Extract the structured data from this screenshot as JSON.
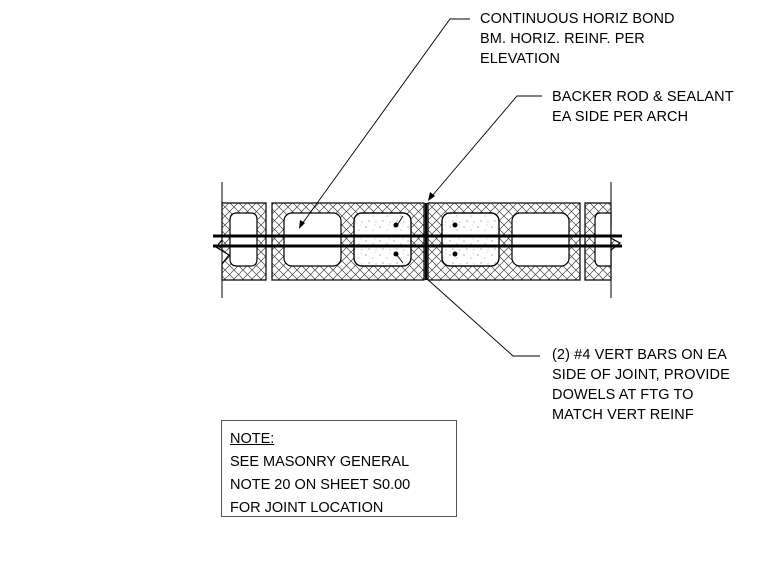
{
  "callouts": {
    "bond_beam": [
      "CONTINUOUS HORIZ BOND",
      "BM. HORIZ. REINF. PER",
      "ELEVATION"
    ],
    "backer_rod": [
      "BACKER ROD & SEALANT",
      "EA SIDE PER ARCH"
    ],
    "vert_bars": [
      "(2) #4 VERT BARS ON EA",
      "SIDE OF JOINT, PROVIDE",
      "DOWELS AT FTG TO",
      "MATCH VERT REINF"
    ]
  },
  "note": {
    "title": "NOTE:",
    "lines": [
      "SEE MASONRY GENERAL",
      "NOTE 20 ON SHEET S0.00",
      "FOR JOINT LOCATION"
    ]
  }
}
